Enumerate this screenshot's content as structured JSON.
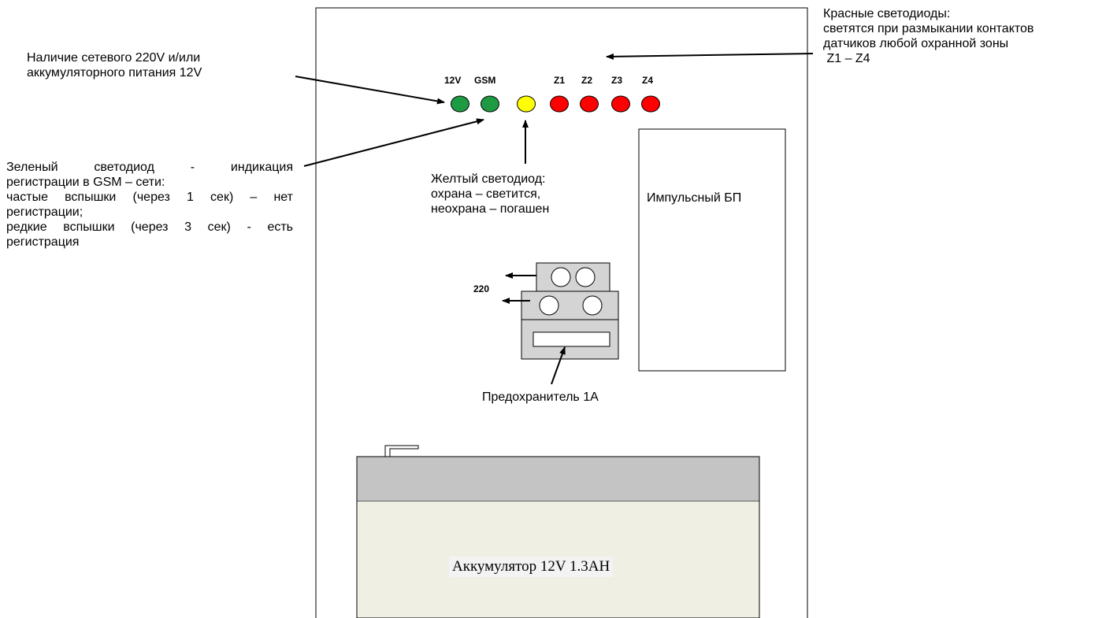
{
  "colors": {
    "led_green": "#1e9a43",
    "led_yellow": "#ffff00",
    "led_red": "#ff0000",
    "terminal_block": "#d4d4d4",
    "battery_top": "#c4c4c4",
    "battery_body": "#efefe4"
  },
  "leds": [
    {
      "label": "12V",
      "color": "green"
    },
    {
      "label": "GSM",
      "color": "green"
    },
    {
      "label": "",
      "color": "yellow"
    },
    {
      "label": "Z1",
      "color": "red"
    },
    {
      "label": "Z2",
      "color": "red"
    },
    {
      "label": "Z3",
      "color": "red"
    },
    {
      "label": "Z4",
      "color": "red"
    }
  ],
  "annotations": {
    "power": [
      "Наличие сетевого 220V и/или",
      "аккумуляторного питания 12V"
    ],
    "gsm": [
      "Зеленый светодиод - индикация",
      "регистрации в GSM – сети:",
      "частые вспышки (через 1 сек) – нет",
      "регистрации;",
      "редкие вспышки (через 3 сек) - есть",
      "регистрация"
    ],
    "yellow": [
      "Желтый светодиод:",
      "охрана – светится,",
      "неохрана – погашен"
    ],
    "red": [
      "Красные светодиоды:",
      "светятся при размыкании контактов",
      "датчиков любой охранной зоны",
      " Z1 – Z4"
    ],
    "fuse": "Предохранитель 1А",
    "mains": "220"
  },
  "psu_label": "Импульсный БП",
  "battery_label": "Аккумулятор 12V 1.3АН"
}
